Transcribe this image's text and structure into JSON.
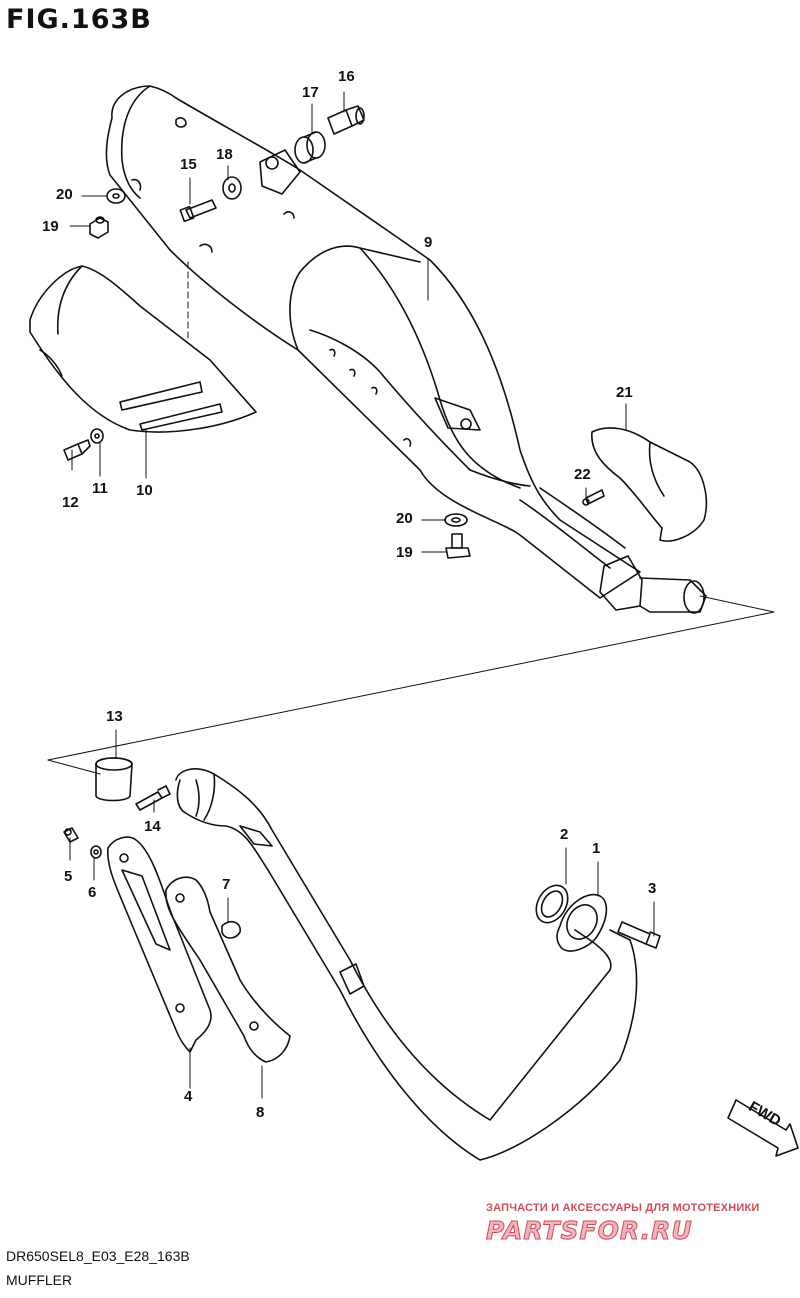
{
  "figure": {
    "title": "FIG.163B",
    "drawing_code": "DR650SEL8_E03_E28_163B",
    "caption": "MUFFLER"
  },
  "callouts": [
    {
      "id": "c16",
      "label": "16"
    },
    {
      "id": "c17",
      "label": "17"
    },
    {
      "id": "c18",
      "label": "18"
    },
    {
      "id": "c15",
      "label": "15"
    },
    {
      "id": "c20a",
      "label": "20"
    },
    {
      "id": "c19a",
      "label": "19"
    },
    {
      "id": "c9",
      "label": "9"
    },
    {
      "id": "c21",
      "label": "21"
    },
    {
      "id": "c22",
      "label": "22"
    },
    {
      "id": "c12",
      "label": "12"
    },
    {
      "id": "c11",
      "label": "11"
    },
    {
      "id": "c10",
      "label": "10"
    },
    {
      "id": "c20b",
      "label": "20"
    },
    {
      "id": "c19b",
      "label": "19"
    },
    {
      "id": "c13",
      "label": "13"
    },
    {
      "id": "c14",
      "label": "14"
    },
    {
      "id": "c5",
      "label": "5"
    },
    {
      "id": "c6",
      "label": "6"
    },
    {
      "id": "c7",
      "label": "7"
    },
    {
      "id": "c4",
      "label": "4"
    },
    {
      "id": "c8",
      "label": "8"
    },
    {
      "id": "c2",
      "label": "2"
    },
    {
      "id": "c1",
      "label": "1"
    },
    {
      "id": "c3",
      "label": "3"
    }
  ],
  "direction_arrow": {
    "label": "FWD"
  },
  "watermark": {
    "tagline": "ЗАПЧАСТИ И АКСЕССУАРЫ ДЛЯ МОТОТЕХНИКИ",
    "logo": "PARTSFOR.RU"
  }
}
